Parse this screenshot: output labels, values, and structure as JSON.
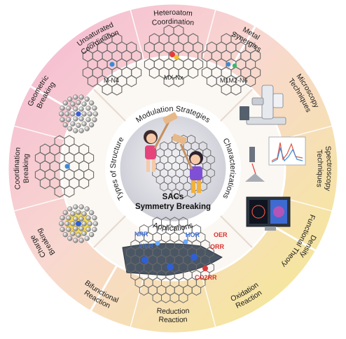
{
  "center": {
    "title_line1": "SACs",
    "title_line2": "Symmetry Breaking"
  },
  "inner_ring": {
    "top": "Modulation Strategies",
    "left": "Types of Structure",
    "right": "Characterizations",
    "bottom": "Applications"
  },
  "outer_ring": {
    "unsaturated": [
      "Unsaturated",
      "Coordination"
    ],
    "heteroatom": [
      "Heteroatom",
      "Coordination"
    ],
    "metal": [
      "Metal",
      "Synergies"
    ],
    "microscopy": [
      "Microscopy",
      "Techniques"
    ],
    "spectroscopy": [
      "Spectroscopy",
      "Techniques"
    ],
    "dft": [
      "Density",
      "Functional Theory"
    ],
    "oxidation": [
      "Oxidation",
      "Reaction"
    ],
    "reduction": [
      "Reduction",
      "Reaction"
    ],
    "bifunctional": [
      "Bifunctional",
      "Reaction"
    ],
    "charge": [
      "Charge",
      "Breaking"
    ],
    "coordination_breaking": [
      "Coordination",
      "Breaking"
    ],
    "geometric": [
      "Geometric",
      "Breaking"
    ]
  },
  "structures": {
    "m_n4": "M-N4",
    "mx_nx": "MX-Nx",
    "m1m2_n6": "M1M2-N6"
  },
  "reactions": {
    "nrr": "NRR",
    "hor": "HOR",
    "oer": "OER",
    "orr": "ORR",
    "co2rr": "CO2RR",
    "her": "HER"
  },
  "colors": {
    "pink": "#f6c8dd",
    "peach": "#f8dcc8",
    "yellow": "#f6ec9a",
    "white": "#ffffff"
  }
}
